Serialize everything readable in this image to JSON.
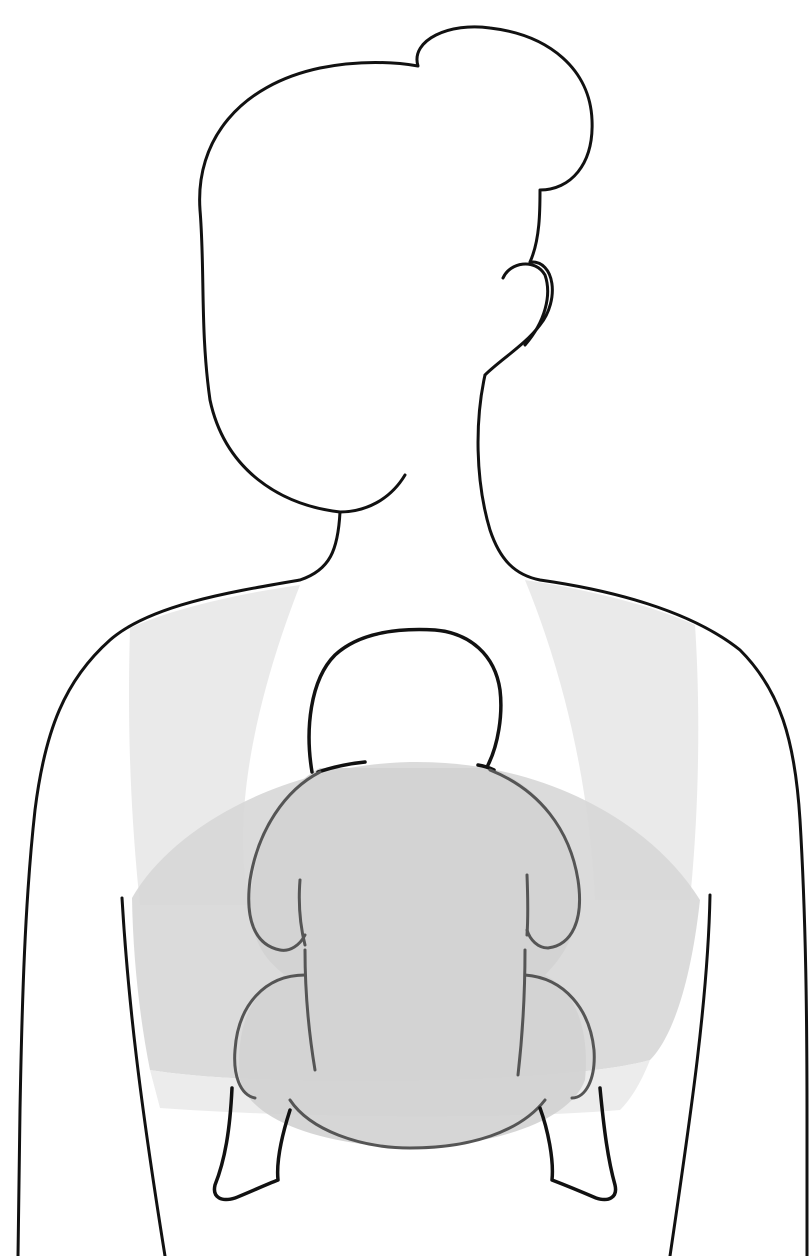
{
  "colors": {
    "background": "#ffffff",
    "outline": "#111111",
    "baby_outline_covered": "#555555",
    "strap_fill": "#e6e6e6",
    "pouch_fill": "#d7d7d7",
    "baby_fill": "#d2d2d2",
    "lower_band_fill": "#ececec"
  },
  "figures": [
    {
      "name": "adult",
      "view": "back"
    },
    {
      "name": "baby",
      "view": "back"
    },
    {
      "name": "carrier",
      "type": "wrap"
    }
  ]
}
